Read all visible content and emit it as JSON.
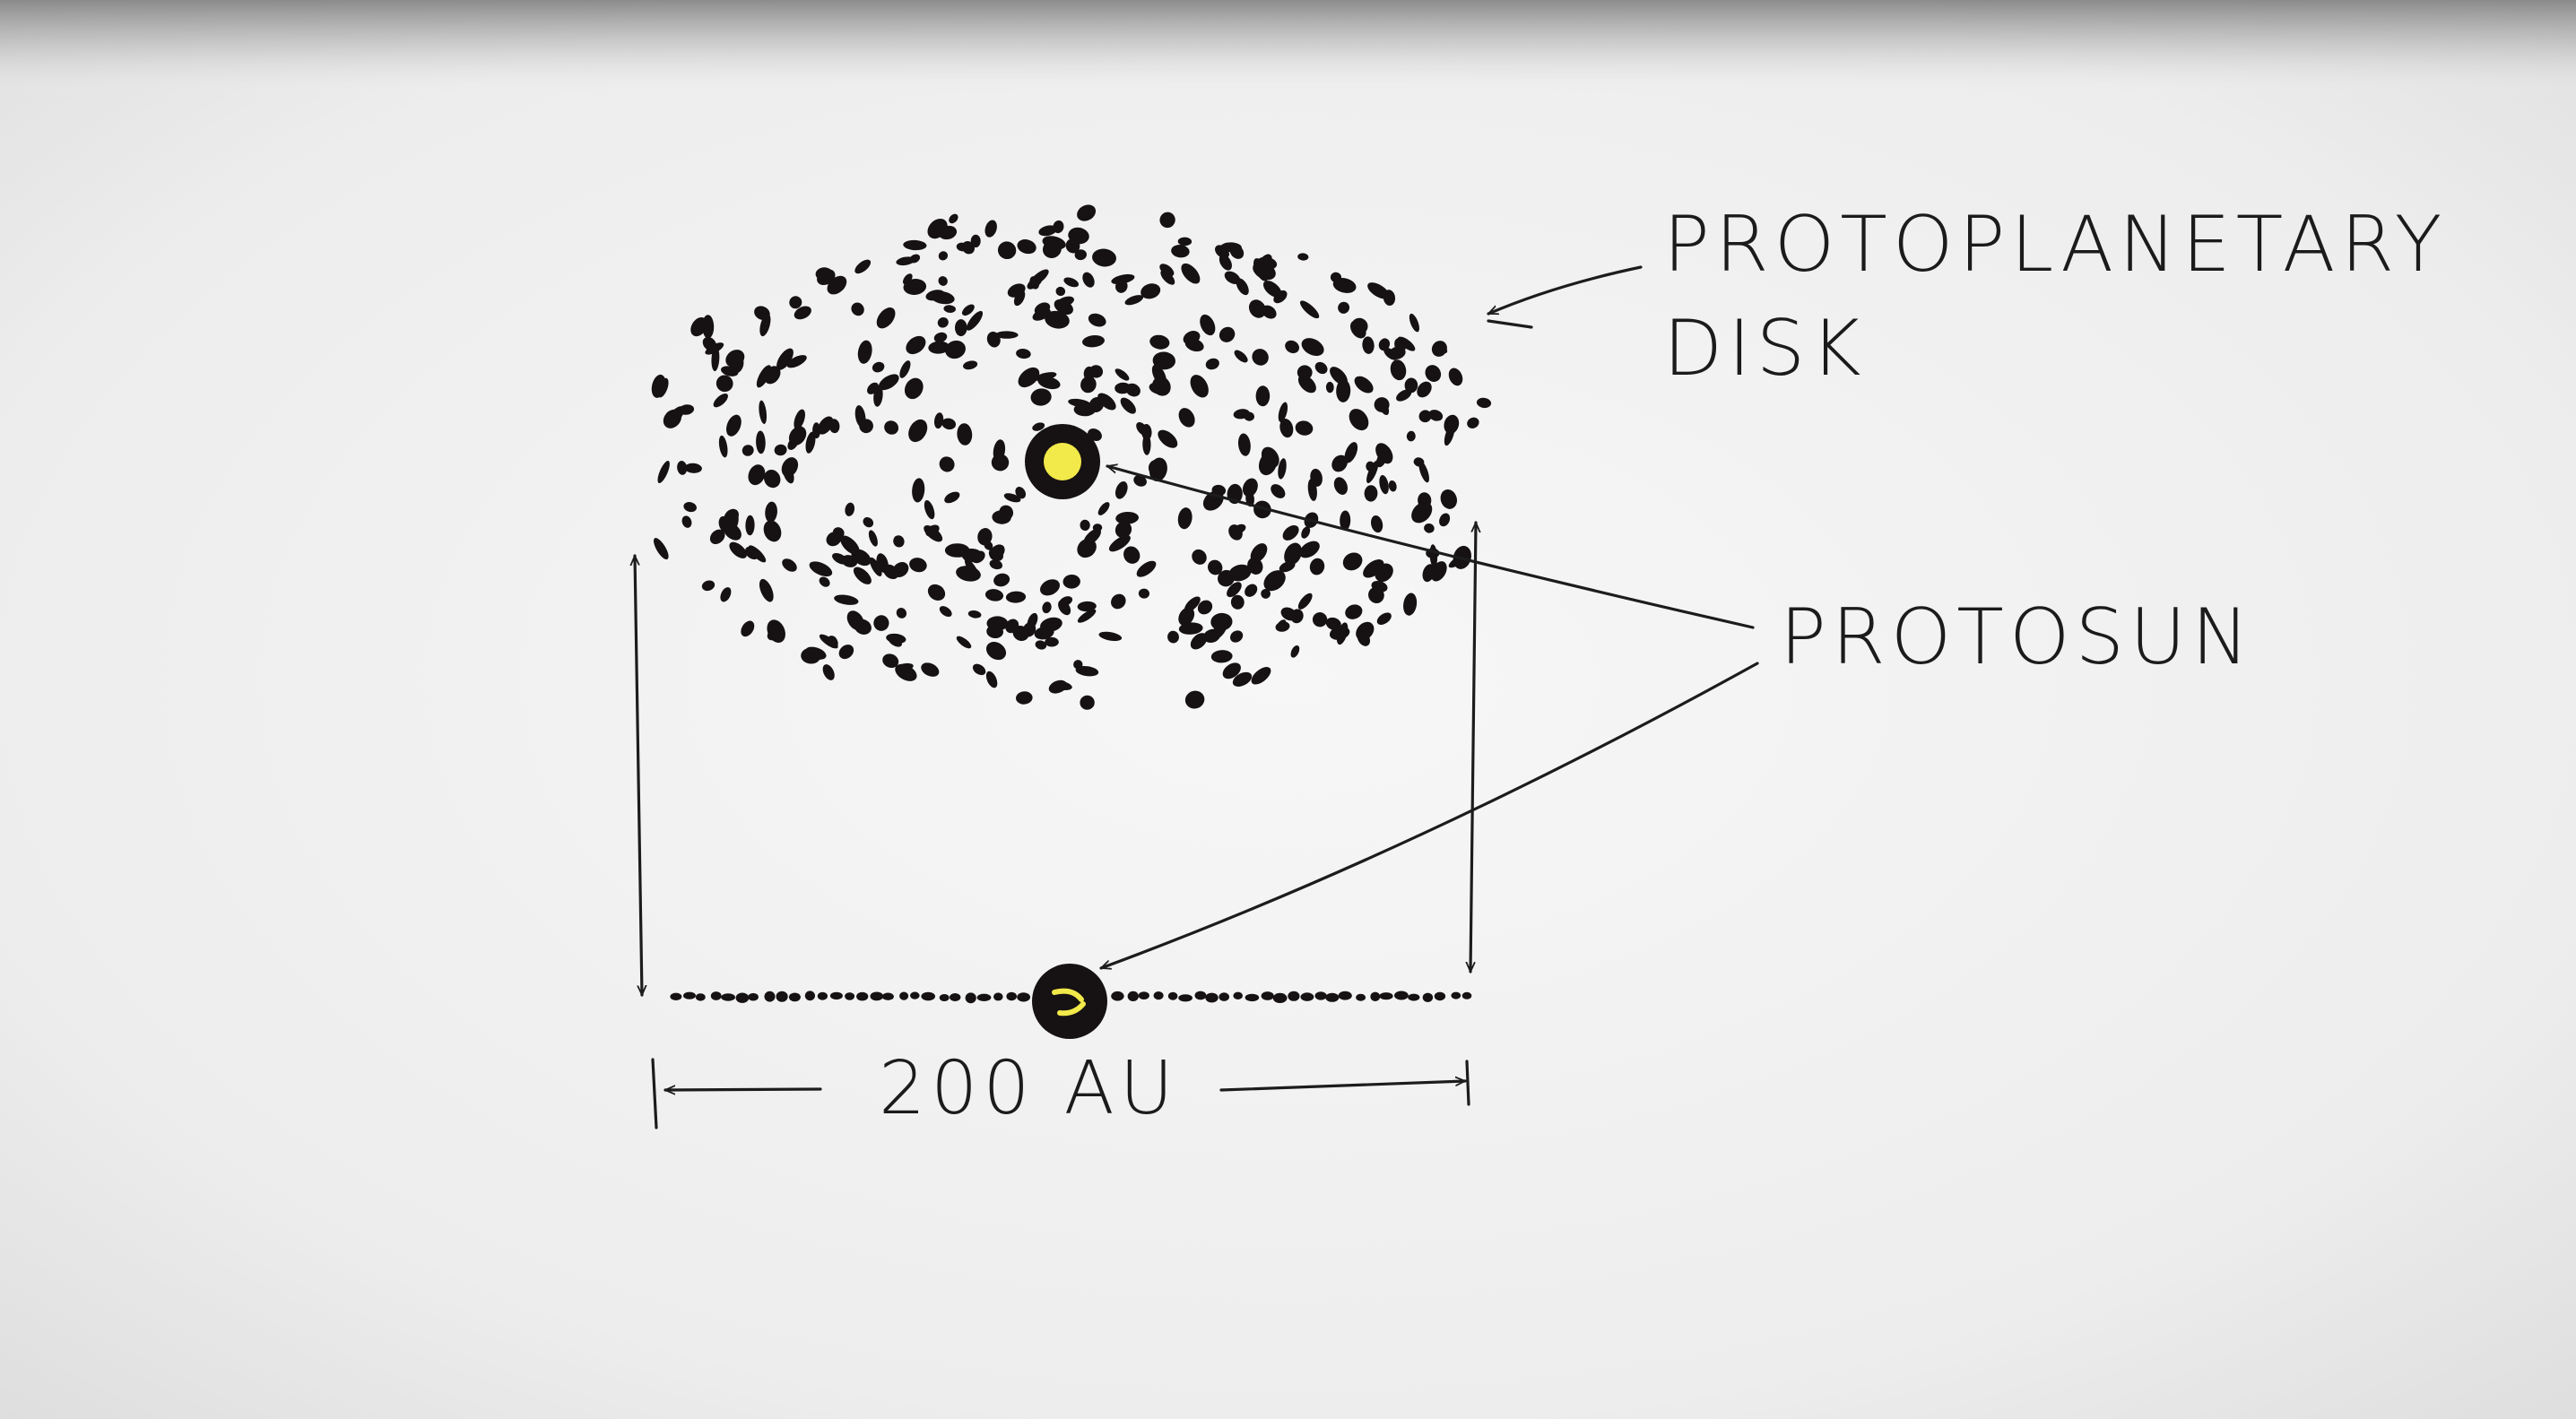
{
  "labels": {
    "disk_line1": "PROTOPLANETARY",
    "disk_line2": "DISK",
    "protosun": "PROTOSUN",
    "scale": "200 AU"
  },
  "colors": {
    "background": "#efefef",
    "ink": "#161213",
    "protosun_core": "#f2e94a"
  }
}
